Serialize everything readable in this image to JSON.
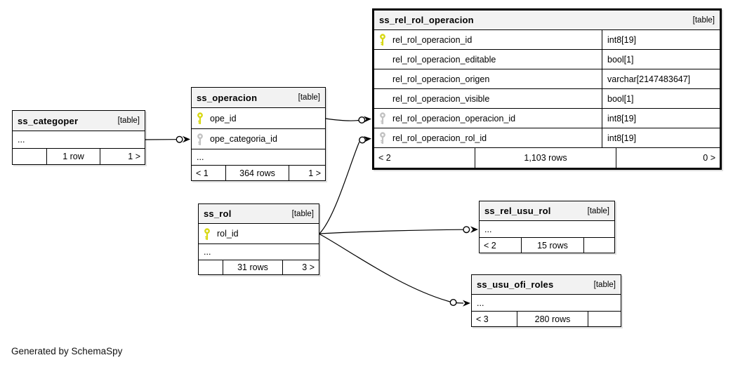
{
  "caption": "Generated by SchemaSpy",
  "colors": {
    "primary_key_icon": "#d8d813",
    "foreign_key_icon": "#c2c2c2",
    "header_background": "#f2f2f2"
  },
  "tables": {
    "rel_rol_operacion": {
      "title": "ss_rel_rol_operacion",
      "badge": "[table]",
      "columns": [
        {
          "name": "rel_rol_operacion_id",
          "type": "int8[19]",
          "key": "primary"
        },
        {
          "name": "rel_rol_operacion_editable",
          "type": "bool[1]",
          "key": "none"
        },
        {
          "name": "rel_rol_operacion_origen",
          "type": "varchar[2147483647]",
          "key": "none"
        },
        {
          "name": "rel_rol_operacion_visible",
          "type": "bool[1]",
          "key": "none"
        },
        {
          "name": "rel_rol_operacion_operacion_id",
          "type": "int8[19]",
          "key": "foreign"
        },
        {
          "name": "rel_rol_operacion_rol_id",
          "type": "int8[19]",
          "key": "foreign"
        }
      ],
      "footer": {
        "left": "< 2",
        "center": "1,103 rows",
        "right": "0 >"
      }
    },
    "categoper": {
      "title": "ss_categoper",
      "badge": "[table]",
      "ellipsis": "...",
      "footer": {
        "left": "",
        "center": "1 row",
        "right": "1 >"
      }
    },
    "operacion": {
      "title": "ss_operacion",
      "badge": "[table]",
      "columns": [
        {
          "name": "ope_id",
          "key": "primary"
        },
        {
          "name": "ope_categoria_id",
          "key": "foreign"
        }
      ],
      "ellipsis": "...",
      "footer": {
        "left": "< 1",
        "center": "364 rows",
        "right": "1 >"
      }
    },
    "rol": {
      "title": "ss_rol",
      "badge": "[table]",
      "columns": [
        {
          "name": "rol_id",
          "key": "primary"
        }
      ],
      "ellipsis": "...",
      "footer": {
        "left": "",
        "center": "31 rows",
        "right": "3 >"
      }
    },
    "rel_usu_rol": {
      "title": "ss_rel_usu_rol",
      "badge": "[table]",
      "ellipsis": "...",
      "footer": {
        "left": "< 2",
        "center": "15 rows",
        "right": ""
      }
    },
    "usu_ofi_roles": {
      "title": "ss_usu_ofi_roles",
      "badge": "[table]",
      "ellipsis": "...",
      "footer": {
        "left": "< 3",
        "center": "280 rows",
        "right": ""
      }
    }
  },
  "relationships": [
    {
      "from": "ss_categoper",
      "to": "ss_operacion.ope_categoria_id"
    },
    {
      "from": "ss_operacion.ope_id",
      "to": "ss_rel_rol_operacion.rel_rol_operacion_operacion_id"
    },
    {
      "from": "ss_rol.rol_id",
      "to": "ss_rel_rol_operacion.rel_rol_operacion_rol_id"
    },
    {
      "from": "ss_rol.rol_id",
      "to": "ss_rel_usu_rol"
    },
    {
      "from": "ss_rol.rol_id",
      "to": "ss_usu_ofi_roles"
    }
  ]
}
